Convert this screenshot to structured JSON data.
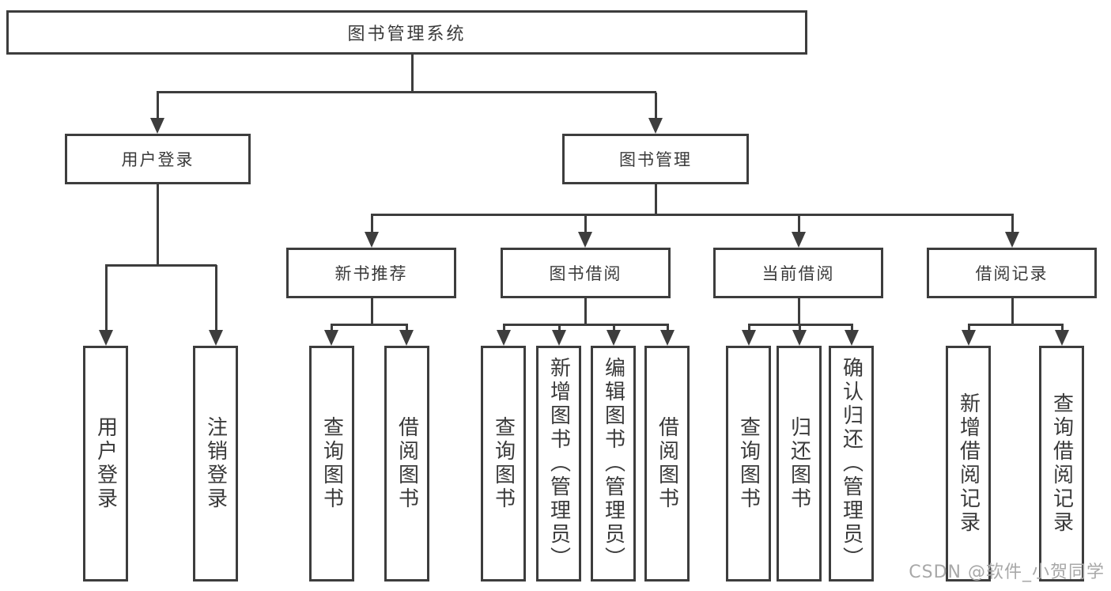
{
  "tree": {
    "root": "图书管理系统",
    "branches": [
      {
        "label": "用户登录",
        "children": [
          "用户登录",
          "注销登录"
        ]
      },
      {
        "label": "图书管理",
        "groups": [
          {
            "label": "新书推荐",
            "children": [
              "查询图书",
              "借阅图书"
            ]
          },
          {
            "label": "图书借阅",
            "children": [
              "查询图书",
              "新增图书（管理员）",
              "编辑图书（管理员）",
              "借阅图书"
            ]
          },
          {
            "label": "当前借阅",
            "children": [
              "查询图书",
              "归还图书",
              "确认归还（管理员）"
            ]
          },
          {
            "label": "借阅记录",
            "children": [
              "新增借阅记录",
              "查询借阅记录"
            ]
          }
        ]
      }
    ]
  },
  "watermark": "CSDN @软件_小贺同学",
  "colors": {
    "line": "#3d3d3d",
    "text": "#3a3a3a",
    "watermark": "#a8a8a8"
  }
}
